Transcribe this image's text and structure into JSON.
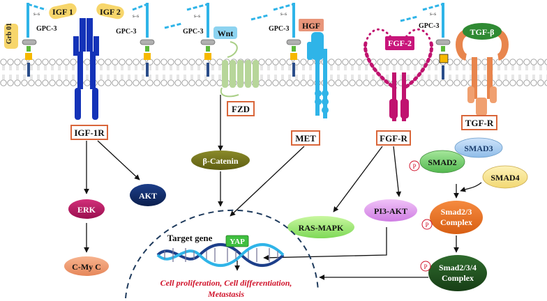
{
  "ligands": {
    "igf1": "IGF 1",
    "igf2": "IGF 2",
    "grb01": "Grb 01",
    "wnt": "Wnt",
    "hgf": "HGF",
    "fgf2": "FGF-2",
    "tgfb": "TGF-β"
  },
  "gpc3_label": "GPC-3",
  "ss_label": "s–s",
  "receptors": {
    "igf1r": "IGF-1R",
    "fzd": "FZD",
    "met": "MET",
    "fgfr": "FGF-R",
    "tgfr": "TGF-R"
  },
  "signals": {
    "beta_catenin": "β-Catenin",
    "erk": "ERK",
    "akt": "AKT",
    "cmyc": "C-My C",
    "ras_mapk": "RAS-MAPK",
    "pi3_akt": "PI3-AKT",
    "smad3": "SMAD3",
    "smad2": "SMAD2",
    "smad4": "SMAD4",
    "smad23_line1": "Smad2/3",
    "smad23_line2": "Complex",
    "smad234_line1": "Smad2/3/4",
    "smad234_line2": "Complex",
    "phospho": "P"
  },
  "nucleus": {
    "target_gene": "Target gene",
    "yap": "YAP",
    "outcome_line1": "Cell proliferation, Cell differentiation,",
    "outcome_line2": "Metastasis"
  },
  "colors": {
    "receptor_box_border": "#d9663a",
    "igf_blue": "#1433b8",
    "light_blue": "#2fb4e8",
    "fgfr_magenta": "#c0136f",
    "tgfr_orange": "#e8854d",
    "ligand_yellow": "#f7d66b",
    "fzd_green": "#b7d69a",
    "outcome_red": "#d0122a"
  }
}
